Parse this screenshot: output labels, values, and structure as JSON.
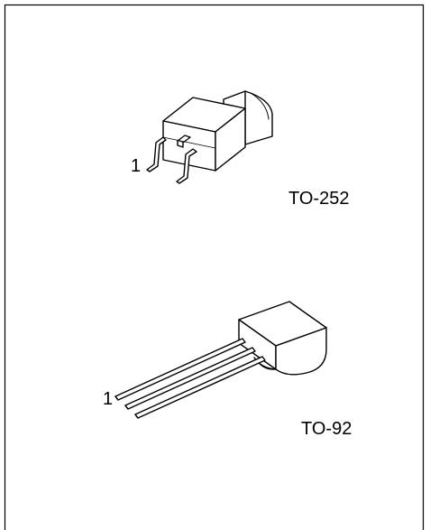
{
  "packages": [
    {
      "name": "TO-252",
      "pin1_label": "1"
    },
    {
      "name": "TO-92",
      "pin1_label": "1"
    }
  ],
  "colors": {
    "line": "#000000",
    "background": "#ffffff"
  }
}
